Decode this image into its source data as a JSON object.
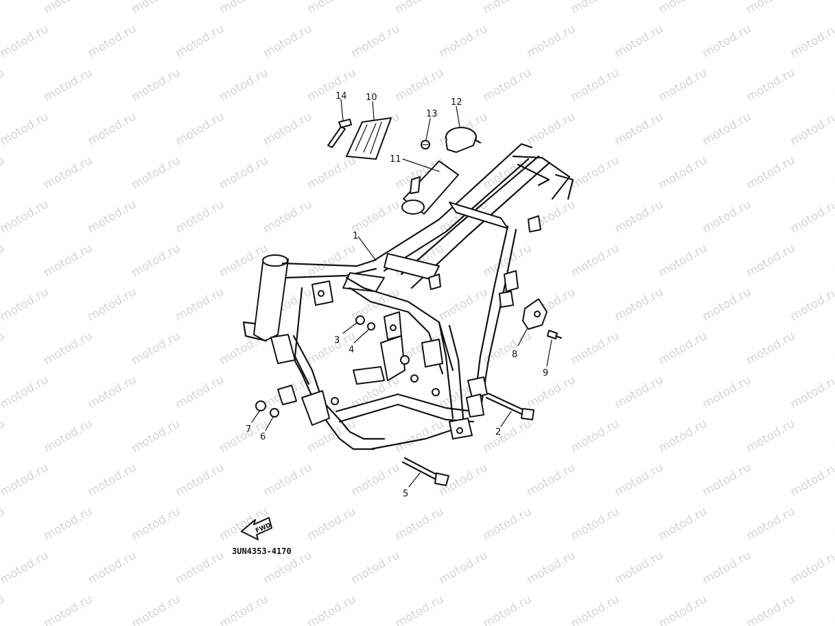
{
  "watermark": {
    "text": "motod.ru"
  },
  "diagram": {
    "code": "3UN4353-4170",
    "fwd_label": "FWD",
    "callouts": [
      "1",
      "2",
      "3",
      "4",
      "5",
      "6",
      "7",
      "8",
      "9",
      "10",
      "11",
      "12",
      "13",
      "14"
    ]
  }
}
